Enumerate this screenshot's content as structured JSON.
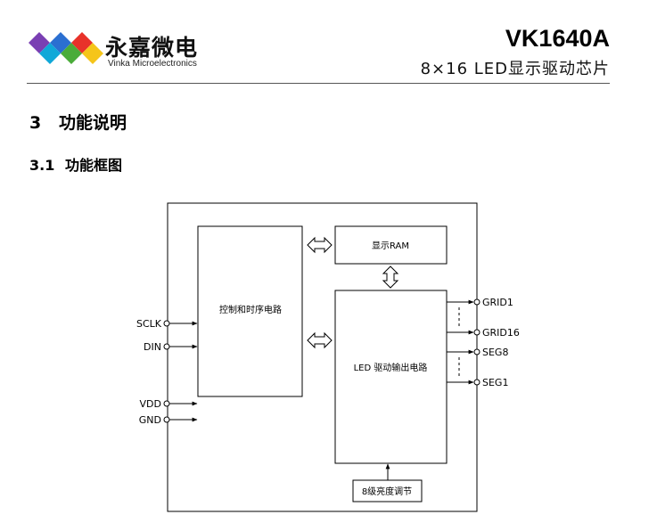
{
  "header": {
    "brand_cn": "永嘉微电",
    "brand_en": "Vinka Microelectronics",
    "model": "VK1640A",
    "subtitle": "8×16 LED显示驱动芯片",
    "colors": {
      "logo_blue": "#2b6fd1",
      "logo_purple": "#7a3fb3",
      "logo_red": "#e8322a",
      "logo_cyan": "#10a8d8",
      "logo_yellow": "#f5c51a",
      "logo_green": "#4aac3a"
    }
  },
  "section": {
    "number": "3",
    "title": "功能说明"
  },
  "subsection": {
    "number": "3.1",
    "title": "功能框图"
  },
  "diagram": {
    "blocks": {
      "control": "控制和时序电路",
      "ram": "显示RAM",
      "led_driver": "LED 驱动输出电路",
      "brightness": "8级亮度调节"
    },
    "inputs": [
      "SCLK",
      "DIN",
      "VDD",
      "GND"
    ],
    "outputs": [
      "GRID1",
      "GRID16",
      "SEG8",
      "SEG1"
    ]
  }
}
